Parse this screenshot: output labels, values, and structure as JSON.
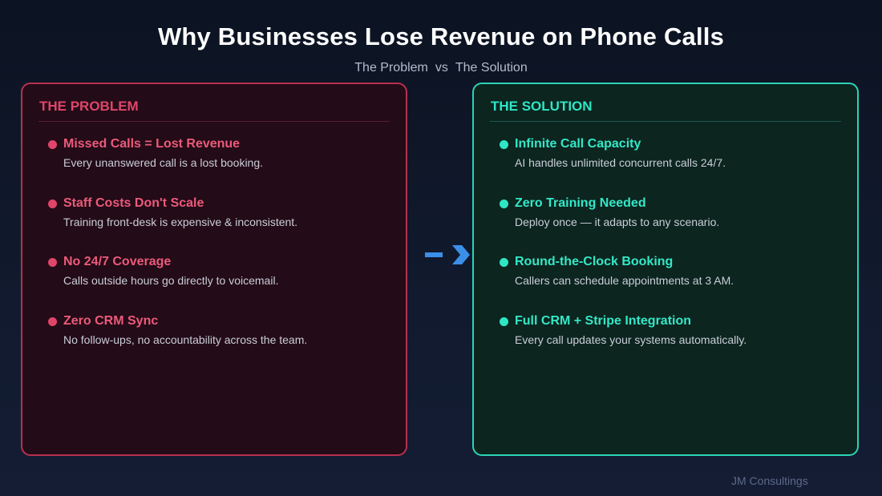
{
  "title": "Why Businesses Lose Revenue on Phone Calls",
  "subtitle": {
    "left": "The Problem",
    "vs": "vs",
    "right": "The Solution"
  },
  "problem": {
    "heading": "THE PROBLEM",
    "accent_color": "#e0456a",
    "items": [
      {
        "title": "Missed Calls = Lost Revenue",
        "desc": "Every unanswered call is a lost booking."
      },
      {
        "title": "Staff Costs Don't Scale",
        "desc": "Training front-desk is expensive & inconsistent."
      },
      {
        "title": "No 24/7 Coverage",
        "desc": "Calls outside hours go directly to voicemail."
      },
      {
        "title": "Zero CRM Sync",
        "desc": "No follow-ups, no accountability across the team."
      }
    ]
  },
  "solution": {
    "heading": "THE SOLUTION",
    "accent_color": "#2ee6c4",
    "items": [
      {
        "title": "Infinite Call Capacity",
        "desc": "AI handles unlimited concurrent calls 24/7."
      },
      {
        "title": "Zero Training Needed",
        "desc": "Deploy once — it adapts to any scenario."
      },
      {
        "title": "Round-the-Clock Booking",
        "desc": "Callers can schedule appointments at 3 AM."
      },
      {
        "title": "Full CRM + Stripe Integration",
        "desc": "Every call updates your systems automatically."
      }
    ]
  },
  "arrow_icon": "arrow-right-icon",
  "arrow_color": "#3b8fe8",
  "footer": "JM Consultings"
}
